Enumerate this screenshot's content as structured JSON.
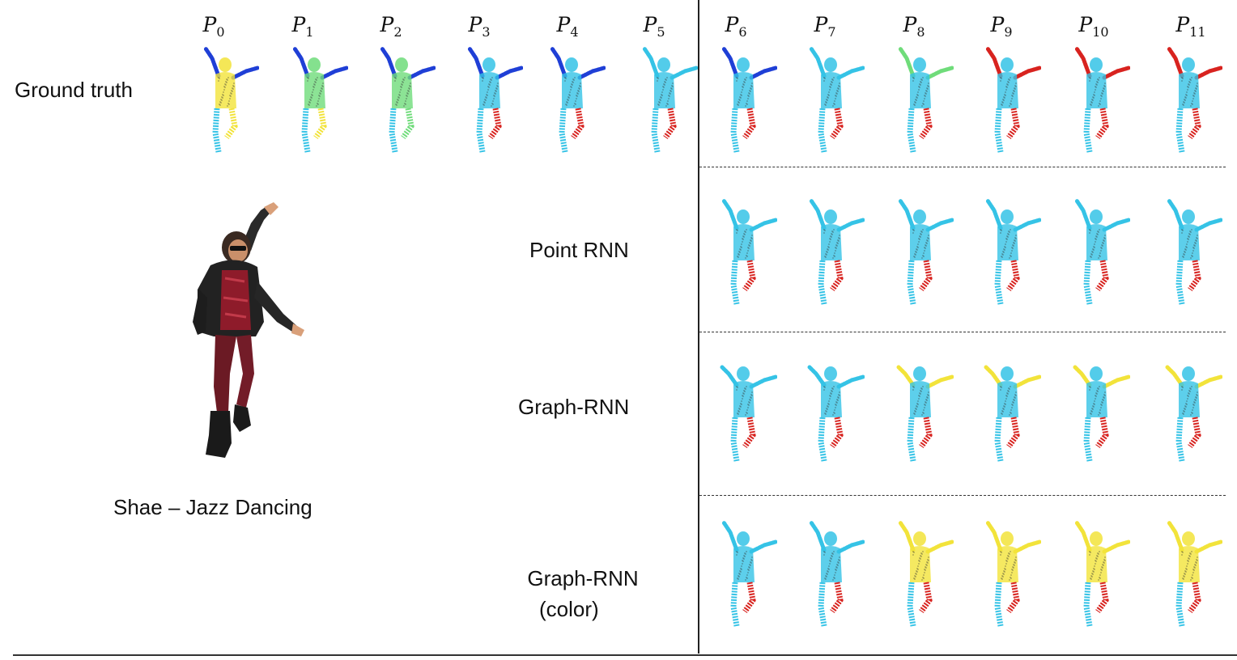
{
  "frames": [
    {
      "base": "P",
      "sub": "0"
    },
    {
      "base": "P",
      "sub": "1"
    },
    {
      "base": "P",
      "sub": "2"
    },
    {
      "base": "P",
      "sub": "3"
    },
    {
      "base": "P",
      "sub": "4"
    },
    {
      "base": "P",
      "sub": "5"
    },
    {
      "base": "P",
      "sub": "6"
    },
    {
      "base": "P",
      "sub": "7"
    },
    {
      "base": "P",
      "sub": "8"
    },
    {
      "base": "P",
      "sub": "9"
    },
    {
      "base": "P",
      "sub": "10"
    },
    {
      "base": "P",
      "sub": "11"
    }
  ],
  "rows": {
    "ground_truth": "Ground truth",
    "point_rnn": "Point RNN",
    "graph_rnn": "Graph-RNN",
    "graph_rnn_color_line1": "Graph-RNN",
    "graph_rnn_color_line2": "(color)"
  },
  "caption": "Shae – Jazz Dancing",
  "colors": {
    "cold": "#1f3fd6",
    "cyan": "#35c3e6",
    "green": "#6fdc7a",
    "yellow": "#f2e33a",
    "red": "#d8231f"
  }
}
